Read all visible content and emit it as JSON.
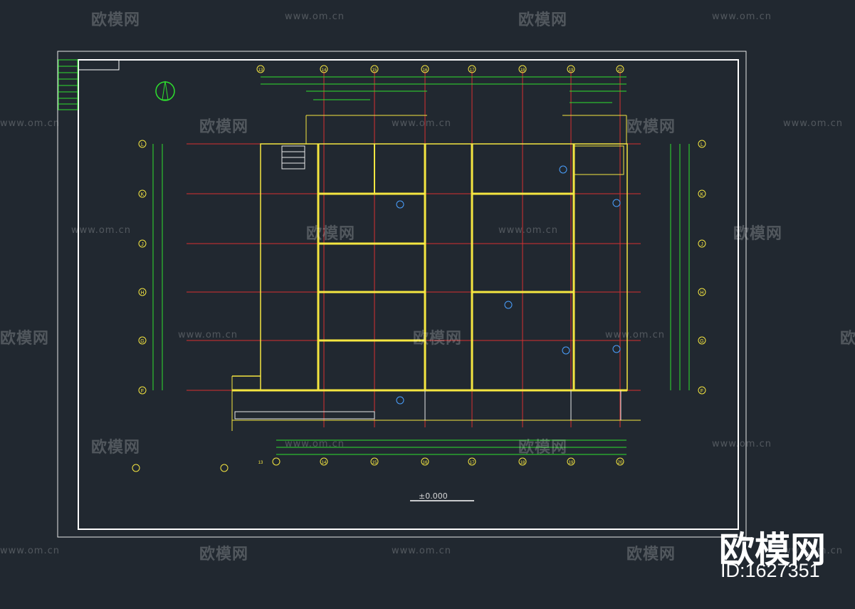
{
  "drawing": {
    "elevation_label": "±0.000",
    "grid_labels_top": [
      "13",
      "14",
      "15",
      "16",
      "17",
      "18",
      "19",
      "20"
    ],
    "grid_labels_left": [
      "L",
      "K",
      "J",
      "H",
      "G",
      "F"
    ]
  },
  "watermark": {
    "brand": "欧模网",
    "url": "www.om.cn",
    "id_text": "ID:1627351"
  },
  "colors": {
    "background": "#212830",
    "frame": "#ffffff",
    "grid": "#e03030",
    "walls": "#f5e640",
    "dimensions": "#2ee02e",
    "symbols": "#4aa0ff"
  }
}
